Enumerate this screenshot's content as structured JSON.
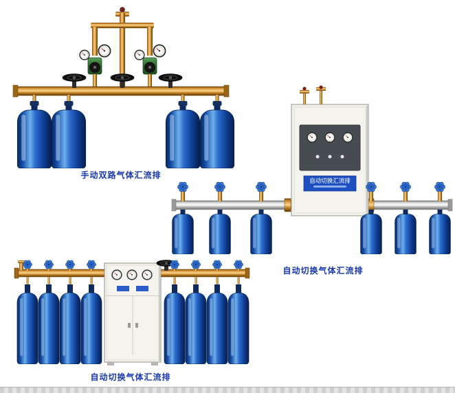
{
  "page": {
    "background": "#ffffff",
    "footer_strip_color": "#d9d9d9"
  },
  "figures": [
    {
      "id": "manual-dual-manifold",
      "caption": "手动双路气体汇流排"
    },
    {
      "id": "auto-switch-manifold-wall",
      "caption": "自动切换气体汇流排",
      "plate_text": "自动切换汇流排"
    },
    {
      "id": "auto-switch-manifold-floor",
      "caption": "自动切换气体汇流排"
    }
  ],
  "colors": {
    "caption_text": "#1838ad",
    "cylinder_blue_dark": "#082a5e",
    "cylinder_blue_light": "#6fb0ea",
    "brass": "#dd9838",
    "regulator_green": "#2f6e2f",
    "cabinet_body": "#f4f3ee",
    "manifold_silver": "#d6d6d6",
    "cabinet_plate_blue": "#1d4fc0"
  }
}
